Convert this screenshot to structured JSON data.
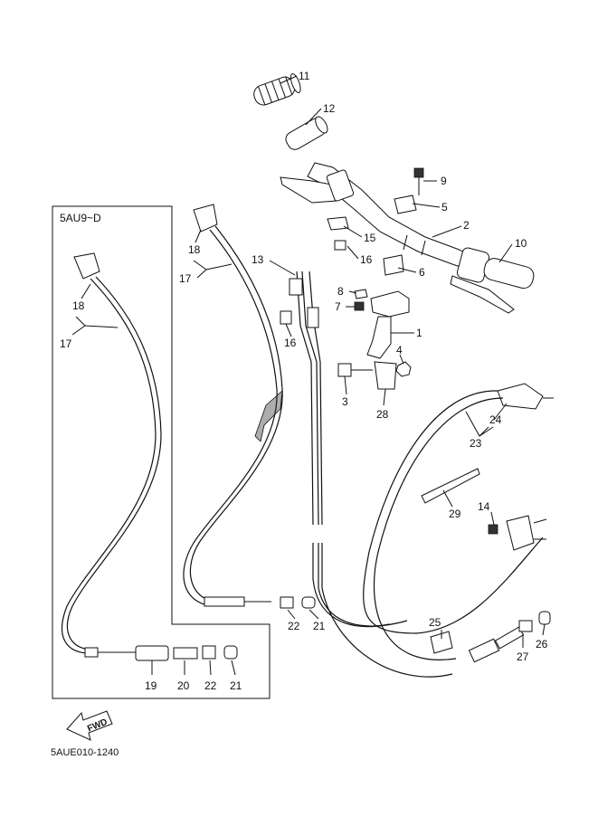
{
  "inset": {
    "title": "5AU9~D"
  },
  "diagram_code": "5AUE010-1240",
  "fwd_label": "FWD",
  "callouts": {
    "c1": "1",
    "c2": "2",
    "c3": "3",
    "c4": "4",
    "c5": "5",
    "c6": "6",
    "c7": "7",
    "c8": "8",
    "c9": "9",
    "c10": "10",
    "c11": "11",
    "c12": "12",
    "c13": "13",
    "c14": "14",
    "c15": "15",
    "c16a": "16",
    "c16b": "16",
    "c17a": "17",
    "c17b": "17",
    "c18a": "18",
    "c18b": "18",
    "c19": "19",
    "c20": "20",
    "c21a": "21",
    "c21b": "21",
    "c22a": "22",
    "c22b": "22",
    "c23": "23",
    "c24": "24",
    "c25": "25",
    "c26": "26",
    "c27": "27",
    "c28": "28",
    "c29": "29"
  }
}
